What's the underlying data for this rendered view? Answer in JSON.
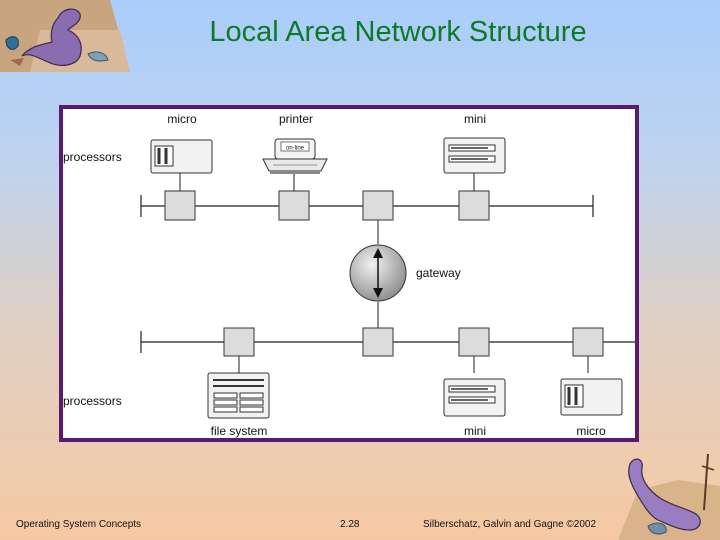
{
  "slide": {
    "title": "Local Area Network Structure"
  },
  "diagram": {
    "labels": {
      "processors_top": "processors",
      "processors_bottom": "processors",
      "micro_top": "micro",
      "printer": "printer",
      "printer_panel": "on-line",
      "mini_top": "mini",
      "gateway": "gateway",
      "file_system": "file system",
      "mini_bottom": "mini",
      "micro_bottom": "micro"
    }
  },
  "footer": {
    "left": "Operating System Concepts",
    "center": "2.28",
    "right": "Silberschatz, Galvin and Gagne ©2002"
  },
  "colors": {
    "title": "#0d7a2a",
    "frame": "#5a1a70"
  }
}
